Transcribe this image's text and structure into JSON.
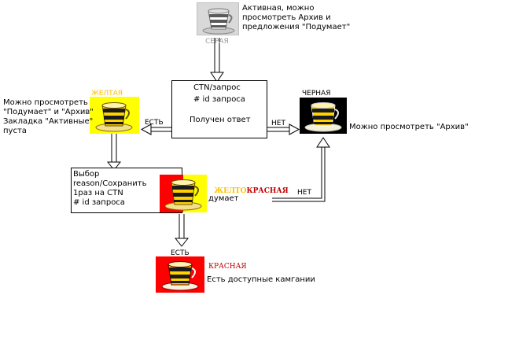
{
  "nodes": {
    "grey": {
      "label": "СЕРАЯ",
      "desc": "Активная, можно\nпросмотреть Архив и\nпредложения \"Подумает\"",
      "bg": "#d9d9d9"
    },
    "request": {
      "line1": "CTN/запрос",
      "line2": "# id запроса",
      "line3": "Получен ответ"
    },
    "yellow": {
      "label": "ЖЕЛТАЯ",
      "desc": "Можно просмотреть\n\"Подумает\" и \"Архив\"\nЗакладка \"Активные\"\nпуста",
      "bg": "#ffff00",
      "label_color": "#ffc000"
    },
    "black": {
      "label": "ЧЕРНАЯ",
      "desc": "Можно просмотреть \"Архив\"",
      "bg": "#000000"
    },
    "choice": {
      "text": "Выбор\nreason/Сохранить\n1раз на CTN\n# id запроса"
    },
    "yellowred": {
      "label_part1": "ЖЕЛТО",
      "label_part2": "КРАСНАЯ",
      "desc": "думает",
      "bg_left": "#ff0000",
      "bg_right": "#ffff00"
    },
    "red": {
      "label": "КРАСНАЯ",
      "desc": "Есть доступные камгании",
      "bg": "#ff0000",
      "label_color": "#c00000"
    }
  },
  "edges": {
    "yes_left": "ЕСТЬ",
    "no_right": "НЕТ",
    "no_loop": "НЕТ",
    "yes_down": "ЕСТЬ"
  },
  "icon": "coffee-cup-icon"
}
